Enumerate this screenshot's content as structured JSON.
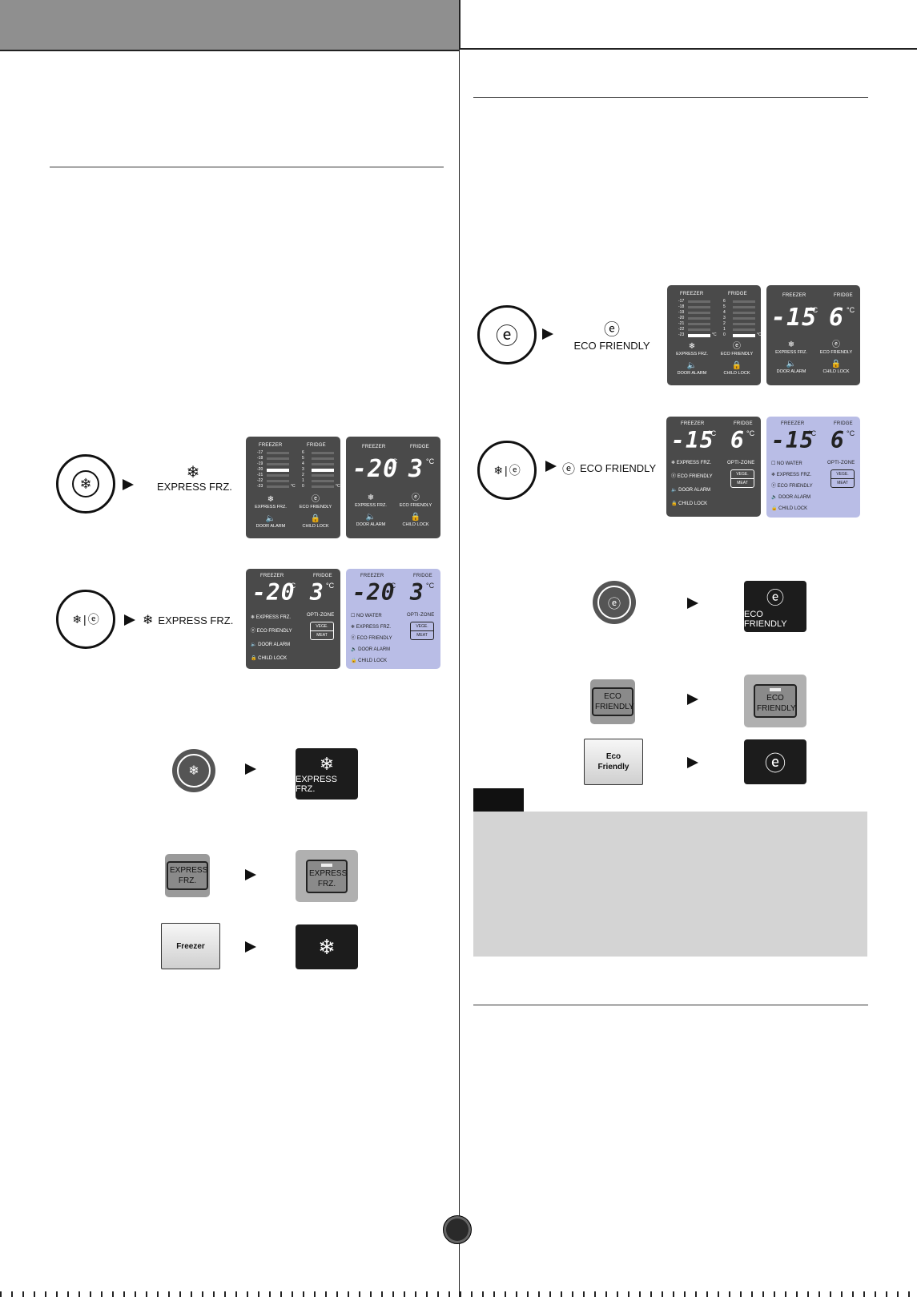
{
  "page_number": "",
  "express_frz": {
    "button_label": "EXPRESS FRZ.",
    "combo_label": "EXPRESS FRZ.",
    "ring_ctrl_label": "EXPRESS FRZ.",
    "gray_ctrl_label_line1": "EXPRESS",
    "gray_ctrl_label_line2": "FRZ.",
    "white_ctrl_label": "Freezer"
  },
  "eco": {
    "button_label": "ECO FRIENDLY",
    "combo_label": "ECO FRIENDLY",
    "dark_ctrl_label": "ECO FRIENDLY",
    "gray_ctrl_label_line1": "ECO",
    "gray_ctrl_label_line2": "FRIENDLY",
    "white_ctrl_label_line1": "Eco",
    "white_ctrl_label_line2": "Friendly"
  },
  "panel": {
    "freezer": "FREEZER",
    "fridge": "FRIDGE",
    "unit": "°C",
    "express_frz": "EXPRESS FRZ.",
    "eco_friendly": "ECO FRIENDLY",
    "door_alarm": "DOOR ALARM",
    "child_lock": "CHILD LOCK",
    "opti_zone": "OPTI-ZONE",
    "no_water": "NO WATER",
    "vege": "VEGE.",
    "meat": "MEAT",
    "freezer_scale": [
      "-17",
      "-18",
      "-19",
      "-20",
      "-21",
      "-22",
      "-23"
    ],
    "fridge_scale": [
      "6",
      "5",
      "4",
      "3",
      "2",
      "1",
      "0"
    ]
  },
  "readings": {
    "express": {
      "freezer": "-20",
      "fridge": "3",
      "freezer_bar_index": 3,
      "fridge_bar_index": 3
    },
    "eco": {
      "freezer": "-15",
      "fridge": "6",
      "freezer_bar_index": 6,
      "fridge_bar_index": 6
    }
  },
  "colors": {
    "panel_dark": "#4a4a4a",
    "panel_light": "#b9bde6",
    "header_gray": "#8f8f8f",
    "note_gray": "#d4d4d4"
  }
}
